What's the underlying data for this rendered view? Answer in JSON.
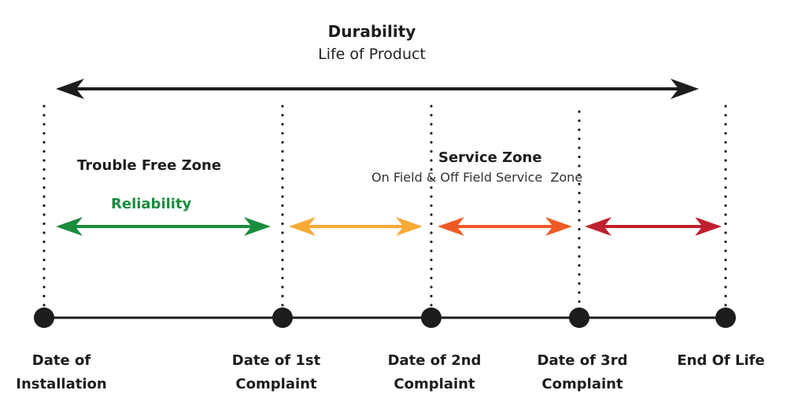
{
  "header": {
    "title": "Durability",
    "subtitle": "Life of Product"
  },
  "zones": {
    "trouble_free": {
      "title": "Trouble Free Zone",
      "label": "Reliability",
      "color": "#1a8c3d"
    },
    "service": {
      "title": "Service Zone",
      "subtitle": "On Field & Off Field Service  Zone"
    }
  },
  "arrows": {
    "durability": {
      "color": "#1d1d1f"
    },
    "segments": [
      {
        "name": "reliability",
        "color": "#1a8c3d"
      },
      {
        "name": "service-1",
        "color": "#f7a935"
      },
      {
        "name": "service-2",
        "color": "#ee5a25"
      },
      {
        "name": "service-3",
        "color": "#c0202e"
      }
    ]
  },
  "milestones": [
    {
      "line1": "Date of",
      "line2": "Installation"
    },
    {
      "line1": "Date of 1st",
      "line2": "Complaint"
    },
    {
      "line1": "Date of 2nd",
      "line2": "Complaint"
    },
    {
      "line1": "Date of 3rd",
      "line2": "Complaint"
    },
    {
      "line1": "End Of Life",
      "line2": ""
    }
  ]
}
